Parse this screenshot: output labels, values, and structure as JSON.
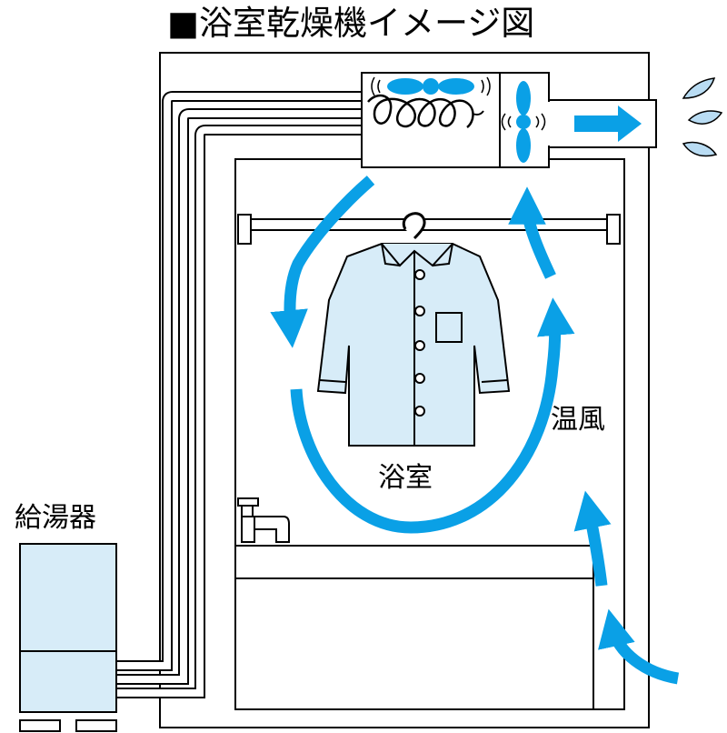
{
  "title": "■浴室乾燥機イメージ図",
  "labels": {
    "water_heater": "給湯器",
    "bathroom": "浴室",
    "warm_air": "温風"
  },
  "colors": {
    "airflow_arrow": "#0aa0e6",
    "fill_light": "#d7ecf8",
    "outline": "#000000"
  },
  "icons": [
    "fan-icon",
    "heater-coil-icon",
    "shirt-icon",
    "faucet-icon",
    "water-drop-icon"
  ]
}
